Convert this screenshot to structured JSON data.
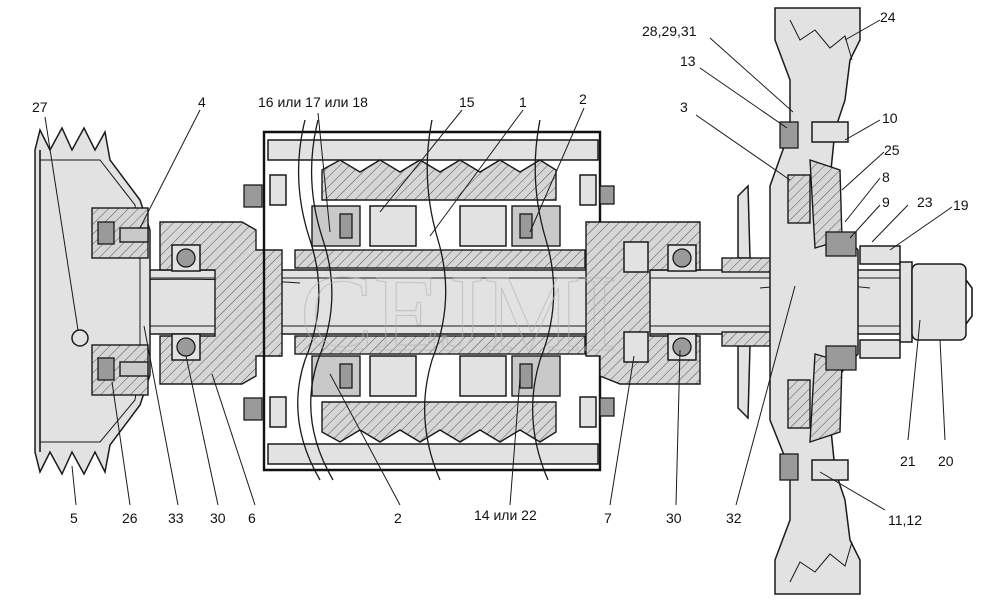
{
  "figure": {
    "watermark": "CEJMI",
    "callouts": [
      {
        "id": "c27",
        "label": "27"
      },
      {
        "id": "c4",
        "label": "4"
      },
      {
        "id": "c16",
        "label": "16 или 17 или 18"
      },
      {
        "id": "c15",
        "label": "15"
      },
      {
        "id": "c1",
        "label": "1"
      },
      {
        "id": "c2top",
        "label": "2"
      },
      {
        "id": "c3",
        "label": "3"
      },
      {
        "id": "c13",
        "label": "13"
      },
      {
        "id": "c282931",
        "label": "28,29,31"
      },
      {
        "id": "c24",
        "label": "24"
      },
      {
        "id": "c10",
        "label": "10"
      },
      {
        "id": "c25",
        "label": "25"
      },
      {
        "id": "c8",
        "label": "8"
      },
      {
        "id": "c9",
        "label": "9"
      },
      {
        "id": "c23",
        "label": "23"
      },
      {
        "id": "c19",
        "label": "19"
      },
      {
        "id": "c21",
        "label": "21"
      },
      {
        "id": "c20",
        "label": "20"
      },
      {
        "id": "c1112",
        "label": "11,12"
      },
      {
        "id": "c32",
        "label": "32"
      },
      {
        "id": "c30r",
        "label": "30"
      },
      {
        "id": "c7",
        "label": "7"
      },
      {
        "id": "c1422",
        "label": "14 или 22"
      },
      {
        "id": "c2bot",
        "label": "2"
      },
      {
        "id": "c6",
        "label": "6"
      },
      {
        "id": "c30l",
        "label": "30"
      },
      {
        "id": "c33",
        "label": "33"
      },
      {
        "id": "c26",
        "label": "26"
      },
      {
        "id": "c5",
        "label": "5"
      }
    ]
  }
}
